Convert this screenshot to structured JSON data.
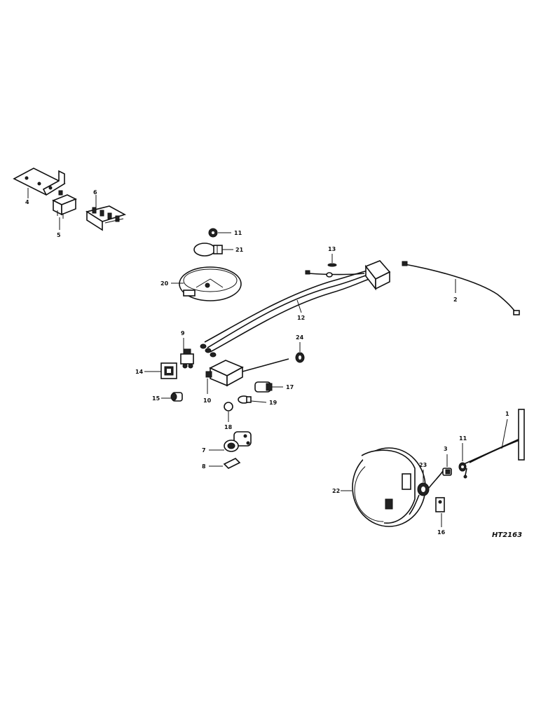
{
  "diagram": {
    "reference_code": "HT2163",
    "callouts": {
      "c1": "1",
      "c2": "2",
      "c3": "3",
      "c4": "4",
      "c5": "5",
      "c6": "6",
      "c7": "7",
      "c8": "8",
      "c9": "9",
      "c10": "10",
      "c11a": "11",
      "c11b": "11",
      "c12": "12",
      "c13": "13",
      "c14": "14",
      "c15": "15",
      "c16": "16",
      "c17": "17",
      "c18": "18",
      "c19": "19",
      "c20": "20",
      "c21": "21",
      "c22": "22",
      "c23": "23",
      "c24": "24"
    }
  }
}
